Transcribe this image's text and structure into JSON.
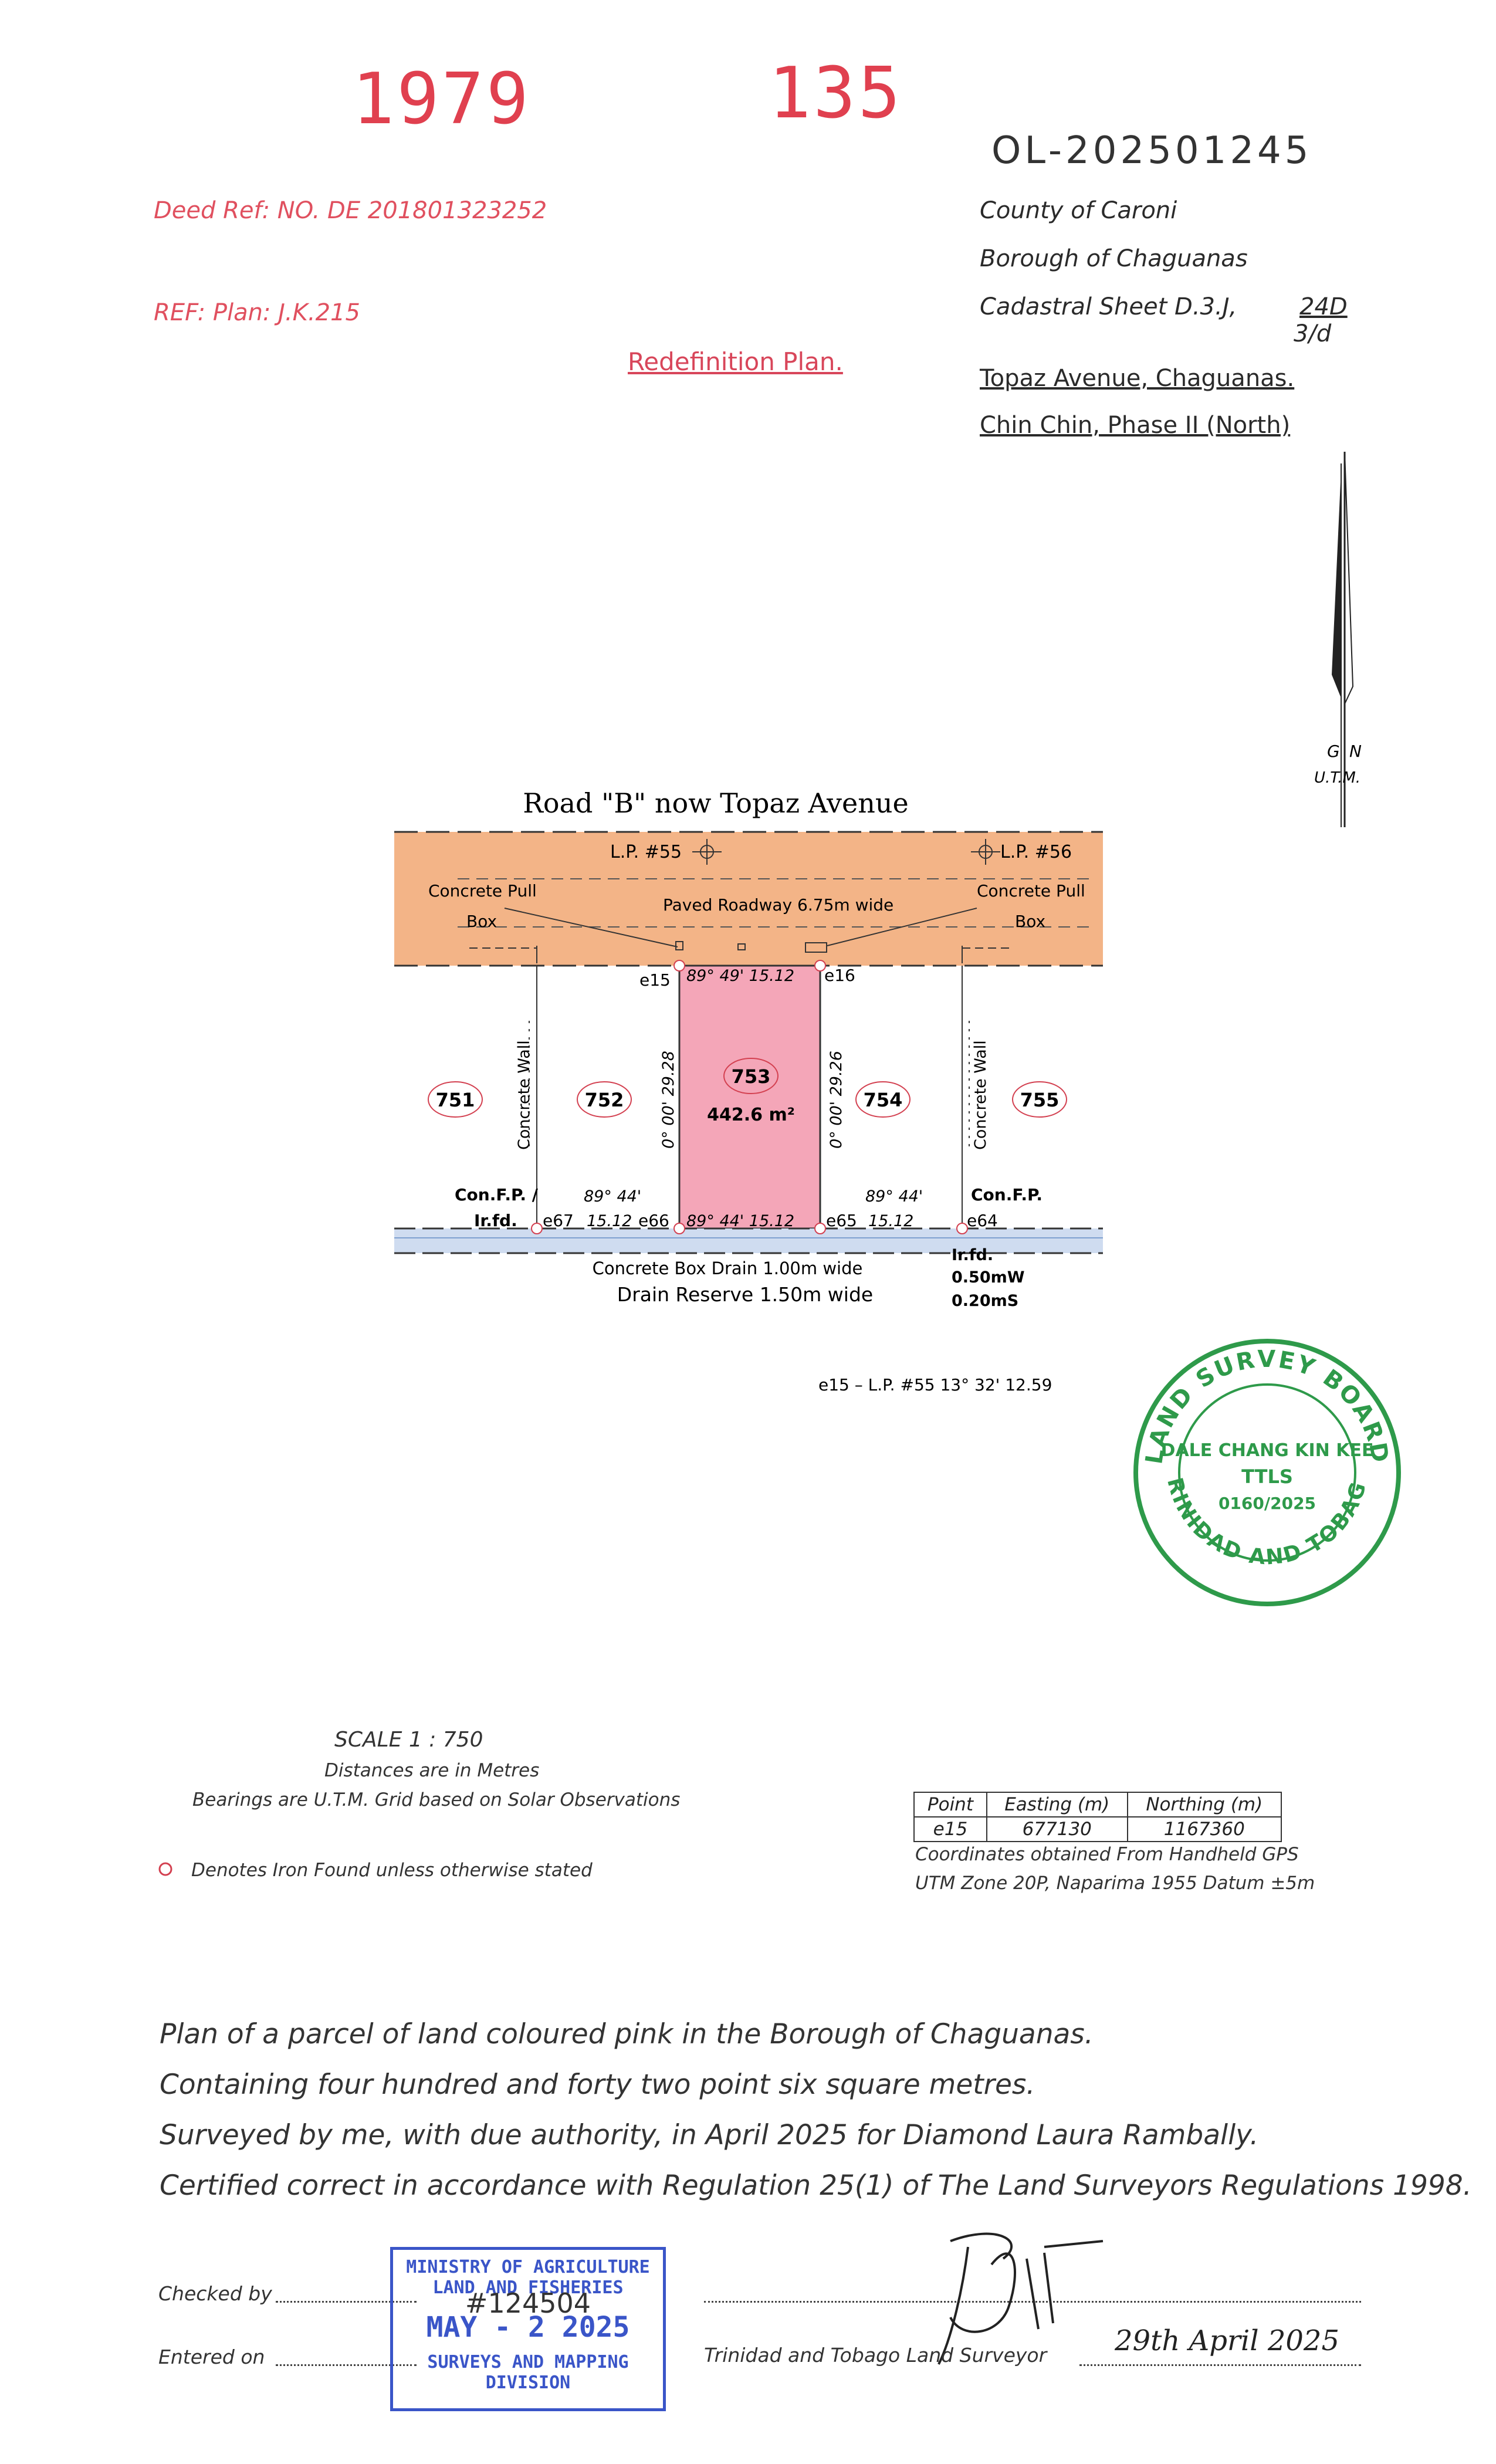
{
  "header": {
    "stamp_left": "1979",
    "stamp_right": "135",
    "file_number": "OL-202501245",
    "deed_ref": "Deed Ref: NO. DE 201801323252",
    "plan_ref": "REF:   Plan: J.K.215",
    "plan_title": "Redefinition Plan.",
    "county": "County  of  Caroni",
    "borough": "Borough  of  Chaguanas",
    "cadastral_label": "Cadastral  Sheet    D.3.J,",
    "cadastral_num": "24D",
    "cadastral_den": "3/d",
    "address_line1": "Topaz Avenue, Chaguanas.",
    "address_line2": "Chin Chin, Phase II (North)"
  },
  "north": {
    "label_g": "G",
    "label_n": "N",
    "label_utm": "U.T.M."
  },
  "plan": {
    "road_title": "Road    \"B\"    now    Topaz    Avenue",
    "lp55": "L.P. #55",
    "lp56": "L.P. #56",
    "pull_box_left_1": "Concrete Pull",
    "pull_box_left_2": "Box",
    "pull_box_right_1": "Concrete Pull",
    "pull_box_right_2": "Box",
    "roadway": "Paved    Roadway   6.75m    wide",
    "e15": "e15",
    "e16": "e16",
    "e64": "e64",
    "e65": "e65",
    "e66": "e66",
    "e67": "e67",
    "top_bearing": "89° 49'   15.12",
    "bottom_bearing": "89° 44'   15.12",
    "left_bearing": "89° 44'",
    "left_dist": "15.12",
    "right_bearing": "89° 44'",
    "right_dist": "15.12",
    "west_side": "0° 00'   29.28",
    "east_side": "0° 00'   29.26",
    "lot_751": "751",
    "lot_752": "752",
    "lot_753": "753",
    "lot_754": "754",
    "lot_755": "755",
    "area": "442.6 m²",
    "wall_left": "Concrete Wall",
    "wall_right": "Concrete Wall",
    "confp_left_1": "Con.F.P. /",
    "confp_left_2": "Ir.fd.",
    "confp_right": "Con.F.P.",
    "irfd_right": "Ir.fd.",
    "offset_w": "0.50mW",
    "offset_s": "0.20mS",
    "drain": "Concrete Box Drain 1.00m wide",
    "drain_reserve": "Drain  Reserve  1.50m  wide",
    "tie": "e15   –    L.P. #55       13° 32'   12.59"
  },
  "seal": {
    "top_text": "LAND SURVEY BOARD",
    "bottom_text": "TRINIDAD AND TOBAGO",
    "name": "DALE CHANG KIN KEE",
    "ttls": "TTLS",
    "license": "0160/2025",
    "color": "#2e9a4a"
  },
  "scale": {
    "scale": "SCALE     1  :  750",
    "distances": "Distances  are  in  Metres",
    "bearings": "Bearings are U.T.M. Grid based on Solar Observations",
    "denotes": "Denotes  Iron  Found  unless  otherwise  stated"
  },
  "coords": {
    "headers": [
      "Point",
      "Easting  (m)",
      "Northing  (m)"
    ],
    "row": [
      "e15",
      "677130",
      "1167360"
    ],
    "note1": "Coordinates obtained From Handheld GPS",
    "note2": "UTM Zone 20P, Naparima 1955 Datum ±5m"
  },
  "certificate": {
    "line1": "Plan  of  a  parcel  of  land  coloured  pink  in  the  Borough  of  Chaguanas.",
    "line2": "Containing  four  hundred  and  forty  two  point  six  square  metres.",
    "line3": "Surveyed  by  me,  with  due  authority,  in  April  2025  for  Diamond  Laura  Rambally.",
    "line4": "Certified  correct  in  accordance  with  Regulation  25(1)  of  The  Land  Surveyors  Regulations  1998."
  },
  "footer": {
    "checked_by": "Checked  by",
    "entered_on": "Entered  on",
    "surveyor_label": "Trinidad  and  Tobago  Land  Surveyor",
    "date_hand": "29th April 2025"
  },
  "ministry_stamp": {
    "line1": "MINISTRY OF AGRICULTURE",
    "line2": "LAND AND FISHERIES",
    "handwritten": "#124504",
    "date": "MAY - 2 2025",
    "line4": "SURVEYS AND MAPPING",
    "line5": "DIVISION",
    "color": "#3a55c8"
  }
}
